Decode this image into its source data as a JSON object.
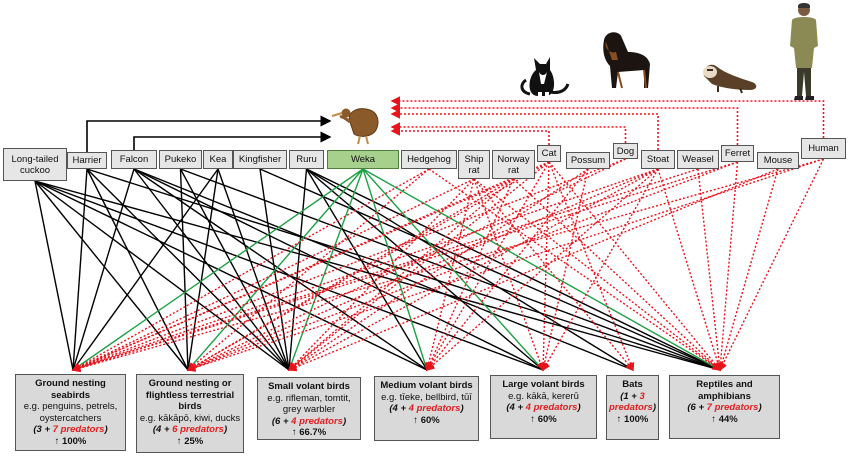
{
  "colors": {
    "native_line": "#000000",
    "weka_line": "#1fa045",
    "introduced_line": "#e8141b",
    "node_fill": "#e6e6e6",
    "weka_fill": "#a8d08d",
    "target_fill": "#d9d9d9",
    "accent_red": "#e02020"
  },
  "pictures": {
    "weka_bird": "weka-bird-icon",
    "cat": "cat-icon",
    "dog": "dog-icon",
    "ferret": "ferret-icon",
    "human": "human-icon"
  },
  "predators": [
    {
      "id": "cuckoo",
      "label": "Long-tailed cuckoo",
      "kind": "native"
    },
    {
      "id": "harrier",
      "label": "Harrier",
      "kind": "native"
    },
    {
      "id": "falcon",
      "label": "Falcon",
      "kind": "native"
    },
    {
      "id": "pukeko",
      "label": "Pukeko",
      "kind": "native"
    },
    {
      "id": "kea",
      "label": "Kea",
      "kind": "native"
    },
    {
      "id": "kingfisher",
      "label": "Kingfisher",
      "kind": "native"
    },
    {
      "id": "ruru",
      "label": "Ruru",
      "kind": "native"
    },
    {
      "id": "weka",
      "label": "Weka",
      "kind": "weka"
    },
    {
      "id": "hedgehog",
      "label": "Hedgehog",
      "kind": "introduced"
    },
    {
      "id": "shiprat",
      "label": "Ship rat",
      "kind": "introduced"
    },
    {
      "id": "norwayrat",
      "label": "Norway rat",
      "kind": "introduced"
    },
    {
      "id": "cat",
      "label": "Cat",
      "kind": "introduced"
    },
    {
      "id": "possum",
      "label": "Possum",
      "kind": "introduced"
    },
    {
      "id": "dog",
      "label": "Dog",
      "kind": "introduced"
    },
    {
      "id": "stoat",
      "label": "Stoat",
      "kind": "introduced"
    },
    {
      "id": "weasel",
      "label": "Weasel",
      "kind": "introduced"
    },
    {
      "id": "ferret",
      "label": "Ferret",
      "kind": "introduced"
    },
    {
      "id": "mouse",
      "label": "Mouse",
      "kind": "introduced"
    },
    {
      "id": "human",
      "label": "Human",
      "kind": "introduced"
    }
  ],
  "prey": [
    {
      "id": "seabirds",
      "title": "Ground nesting seabirds",
      "example": "e.g. penguins, petrels, oystercatchers",
      "native_count": "3",
      "introduced_count": "7",
      "count_suffix": "predators",
      "change": "100%"
    },
    {
      "id": "terrestrial",
      "title": "Ground nesting or flightless terrestrial birds",
      "example": "e.g. kākāpō, kiwi, ducks",
      "native_count": "4",
      "introduced_count": "6",
      "count_suffix": "predators",
      "change": "25%"
    },
    {
      "id": "small",
      "title": "Small volant birds",
      "example": "e.g. rifleman, tomtit, grey warbler",
      "native_count": "6",
      "introduced_count": "4",
      "count_suffix": "predators",
      "change": "66.7%"
    },
    {
      "id": "medium",
      "title": "Medium volant birds",
      "example": "e.g. tīeke, bellbird, tūī",
      "native_count": "4",
      "introduced_count": "4",
      "count_suffix": "predators",
      "change": "60%"
    },
    {
      "id": "large",
      "title": "Large volant birds",
      "example": "e.g. kākā, kererū",
      "native_count": "4",
      "introduced_count": "4",
      "count_suffix": "predators",
      "change": "60%"
    },
    {
      "id": "bats",
      "title": "Bats",
      "example": "",
      "native_count": "1",
      "introduced_count": "3",
      "count_suffix": "predators",
      "change": "100%"
    },
    {
      "id": "reptiles",
      "title": "Reptiles and amphibians",
      "example": "",
      "native_count": "6",
      "introduced_count": "7",
      "count_suffix": "predators",
      "change": "44%"
    }
  ],
  "weka_predators": [
    "harrier",
    "falcon",
    "cat",
    "dog",
    "stoat",
    "ferret",
    "human"
  ],
  "links": [
    [
      "cuckoo",
      "seabirds"
    ],
    [
      "cuckoo",
      "terrestrial"
    ],
    [
      "cuckoo",
      "small"
    ],
    [
      "cuckoo",
      "medium"
    ],
    [
      "cuckoo",
      "large"
    ],
    [
      "cuckoo",
      "reptiles"
    ],
    [
      "harrier",
      "seabirds"
    ],
    [
      "harrier",
      "terrestrial"
    ],
    [
      "harrier",
      "small"
    ],
    [
      "harrier",
      "reptiles"
    ],
    [
      "falcon",
      "seabirds"
    ],
    [
      "falcon",
      "small"
    ],
    [
      "falcon",
      "medium"
    ],
    [
      "falcon",
      "large"
    ],
    [
      "falcon",
      "bats"
    ],
    [
      "pukeko",
      "terrestrial"
    ],
    [
      "pukeko",
      "small"
    ],
    [
      "pukeko",
      "reptiles"
    ],
    [
      "kea",
      "seabirds"
    ],
    [
      "kea",
      "terrestrial"
    ],
    [
      "kea",
      "small"
    ],
    [
      "kingfisher",
      "small"
    ],
    [
      "kingfisher",
      "reptiles"
    ],
    [
      "ruru",
      "small"
    ],
    [
      "ruru",
      "medium"
    ],
    [
      "ruru",
      "large"
    ],
    [
      "ruru",
      "bats"
    ],
    [
      "ruru",
      "reptiles"
    ],
    [
      "weka",
      "seabirds"
    ],
    [
      "weka",
      "terrestrial"
    ],
    [
      "weka",
      "small"
    ],
    [
      "weka",
      "medium"
    ],
    [
      "weka",
      "large"
    ],
    [
      "weka",
      "reptiles"
    ],
    [
      "hedgehog",
      "seabirds"
    ],
    [
      "hedgehog",
      "terrestrial"
    ],
    [
      "hedgehog",
      "reptiles"
    ],
    [
      "shiprat",
      "seabirds"
    ],
    [
      "shiprat",
      "small"
    ],
    [
      "shiprat",
      "medium"
    ],
    [
      "shiprat",
      "large"
    ],
    [
      "shiprat",
      "bats"
    ],
    [
      "shiprat",
      "reptiles"
    ],
    [
      "norwayrat",
      "seabirds"
    ],
    [
      "norwayrat",
      "terrestrial"
    ],
    [
      "norwayrat",
      "small"
    ],
    [
      "norwayrat",
      "medium"
    ],
    [
      "norwayrat",
      "reptiles"
    ],
    [
      "cat",
      "seabirds"
    ],
    [
      "cat",
      "terrestrial"
    ],
    [
      "cat",
      "small"
    ],
    [
      "cat",
      "medium"
    ],
    [
      "cat",
      "large"
    ],
    [
      "cat",
      "bats"
    ],
    [
      "cat",
      "reptiles"
    ],
    [
      "possum",
      "small"
    ],
    [
      "possum",
      "medium"
    ],
    [
      "possum",
      "large"
    ],
    [
      "dog",
      "seabirds"
    ],
    [
      "dog",
      "terrestrial"
    ],
    [
      "stoat",
      "seabirds"
    ],
    [
      "stoat",
      "terrestrial"
    ],
    [
      "stoat",
      "small"
    ],
    [
      "stoat",
      "medium"
    ],
    [
      "stoat",
      "large"
    ],
    [
      "stoat",
      "reptiles"
    ],
    [
      "weasel",
      "seabirds"
    ],
    [
      "weasel",
      "reptiles"
    ],
    [
      "ferret",
      "seabirds"
    ],
    [
      "ferret",
      "terrestrial"
    ],
    [
      "ferret",
      "reptiles"
    ],
    [
      "mouse",
      "reptiles"
    ],
    [
      "mouse",
      "small"
    ],
    [
      "human",
      "seabirds"
    ],
    [
      "human",
      "terrestrial"
    ],
    [
      "human",
      "reptiles"
    ]
  ]
}
